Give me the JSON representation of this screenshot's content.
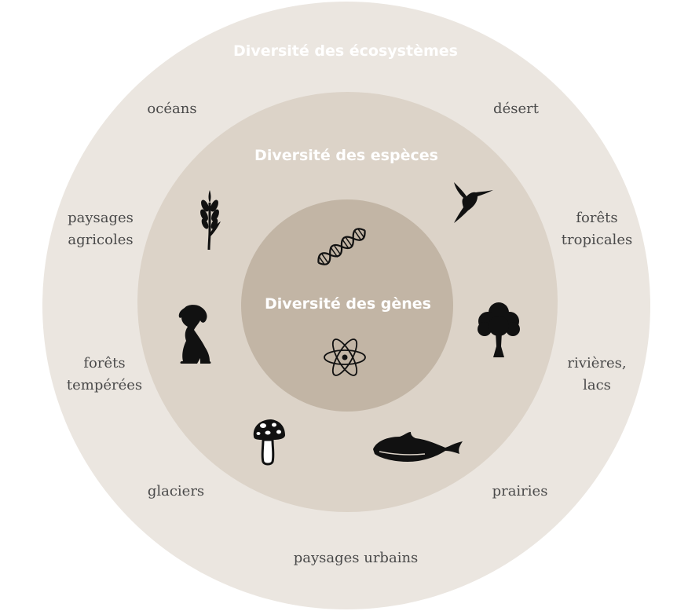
{
  "diagram": {
    "ecosystems_title": "Diversité des écosystèmes",
    "species_title": "Diversité des espèces",
    "genes_title": "Diversité des gènes",
    "ecosystems": [
      "océans",
      "désert",
      "paysages\nagricoles",
      "forêts\ntropicales",
      "forêts\ntempérées",
      "rivières,\nlacs",
      "glaciers",
      "prairies",
      "paysages urbains"
    ],
    "species_icons": [
      "wheat-icon",
      "hummingbird-icon",
      "dog-icon",
      "tree-icon",
      "mushroom-icon",
      "whale-icon"
    ],
    "gene_icons": [
      "dna-icon",
      "atom-icon"
    ],
    "colors": {
      "outer_ring": "#ebe6e0",
      "middle_ring": "#dcd3c8",
      "inner_circle": "#c2b5a5",
      "title_text": "#ffffff",
      "label_text": "#4a4a4a",
      "icon_fill": "#111111"
    }
  }
}
